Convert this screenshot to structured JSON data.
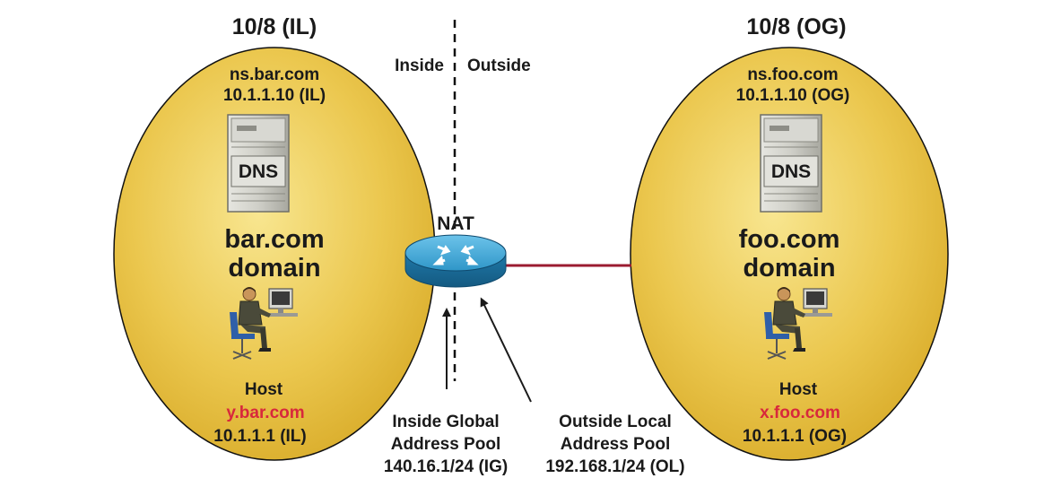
{
  "left_site": {
    "prefix": "10/8 (IL)",
    "dns_name": "ns.bar.com",
    "dns_ip": "10.1.1.10 (IL)",
    "dns_badge": "DNS",
    "domain_line1": "bar.com",
    "domain_line2": "domain",
    "host_label": "Host",
    "host_name": "y.bar.com",
    "host_ip": "10.1.1.1 (IL)"
  },
  "right_site": {
    "prefix": "10/8 (OG)",
    "dns_name": "ns.foo.com",
    "dns_ip": "10.1.1.10 (OG)",
    "dns_badge": "DNS",
    "domain_line1": "foo.com",
    "domain_line2": "domain",
    "host_label": "Host",
    "host_name": "x.foo.com",
    "host_ip": "10.1.1.1 (OG)"
  },
  "boundary": {
    "inside_label": "Inside",
    "outside_label": "Outside"
  },
  "nat": {
    "label": "NAT"
  },
  "pools": {
    "inside_global": [
      "Inside Global",
      "Address Pool",
      "140.16.1/24 (IG)"
    ],
    "outside_local": [
      "Outside Local",
      "Address Pool",
      "192.168.1/24 (OL)"
    ]
  },
  "colors": {
    "domain_fill": "#e8c44a",
    "domain_fill_light": "#f7e48a",
    "link": "#9b1b30",
    "router": "#2f96c8",
    "host_name": "#d8283c"
  }
}
